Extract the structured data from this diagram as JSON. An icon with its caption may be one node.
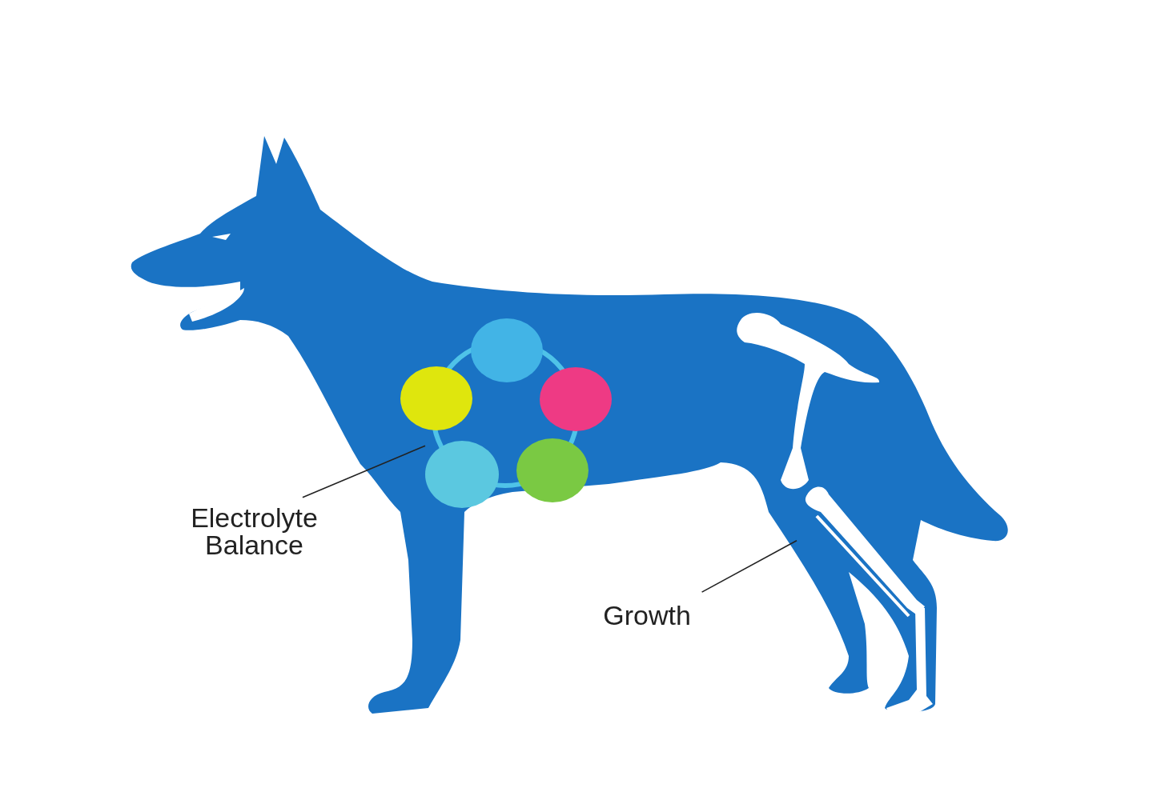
{
  "diagram": {
    "nodes": [
      {
        "text": [
          "Electrolyte Balance"
        ]
      },
      {
        "text": [],
        "shape": "circle"
      },
      {
        "text": [
          "Growth"
        ]
      },
      {
        "text": [],
        "shape": "picture"
      }
    ],
    "edges": [
      {
        "from": 0,
        "to": 1,
        "arrow": "none"
      },
      {
        "from": 2,
        "to": 3,
        "arrow": "none"
      }
    ]
  }
}
